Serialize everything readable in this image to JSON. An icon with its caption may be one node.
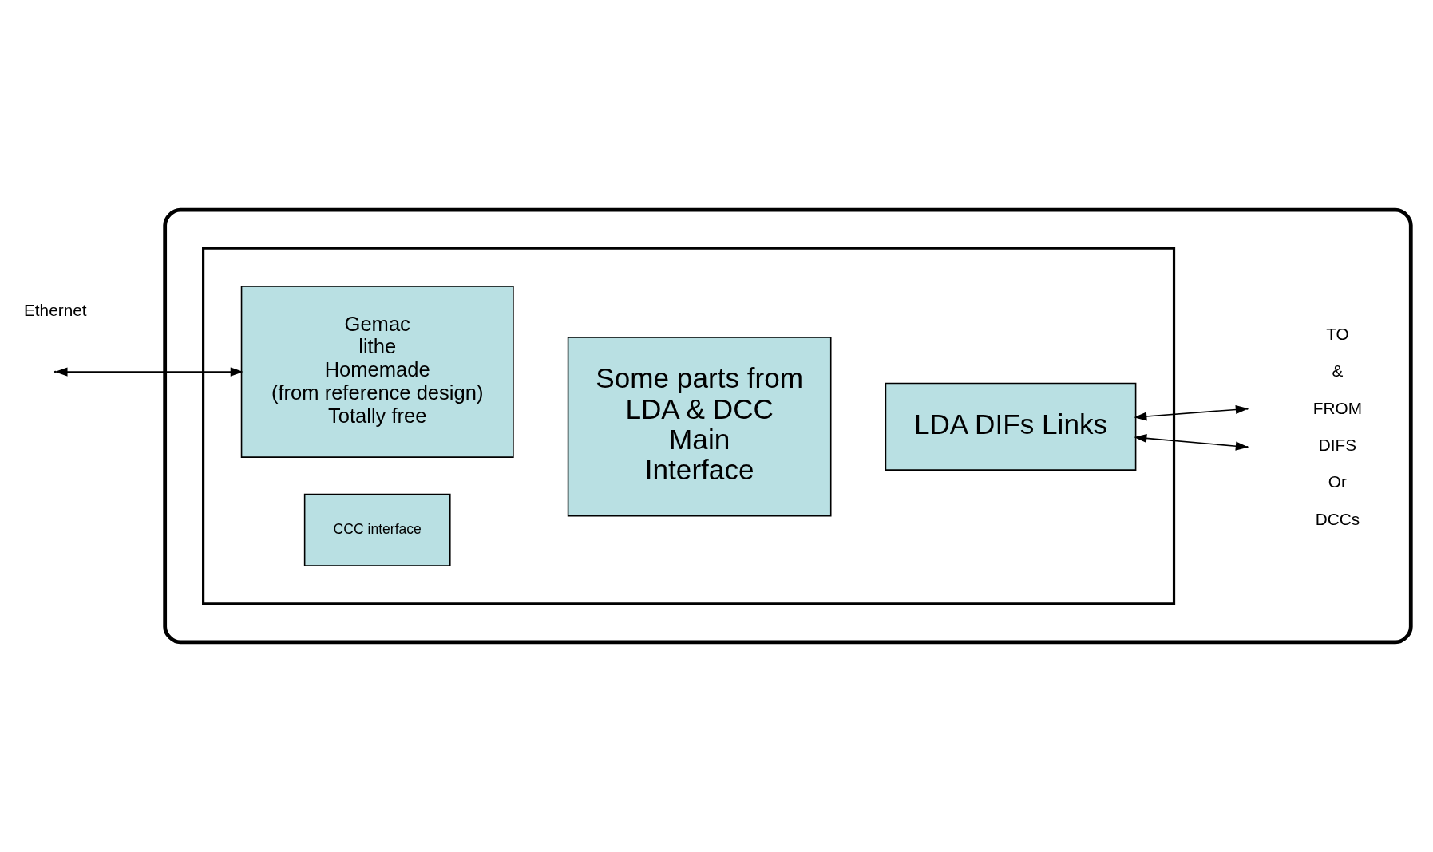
{
  "diagram": {
    "nodes": [
      {
        "text": [],
        "shape": "box"
      },
      {
        "text": [],
        "shape": "box",
        "in": 0
      },
      {
        "text": [
          "Gemac",
          "lithe",
          "Homemade",
          "(from reference design)",
          "Totally free"
        ],
        "in": 1
      },
      {
        "text": [
          "CCC interface"
        ],
        "in": 1
      },
      {
        "text": [
          "Some parts from",
          "LDA & DCC",
          "Main",
          "Interface"
        ],
        "in": 1
      },
      {
        "text": [
          "LDA DIFs Links"
        ],
        "in": 1
      }
    ],
    "edges": [
      {
        "from": null,
        "to": 2,
        "arrow": "both"
      },
      {
        "from": 5,
        "to": null,
        "arrow": "both"
      },
      {
        "from": 5,
        "to": null,
        "arrow": "both"
      }
    ],
    "labels": [
      "Ethernet",
      "TO & FROM DIFS Or DCCs"
    ]
  }
}
